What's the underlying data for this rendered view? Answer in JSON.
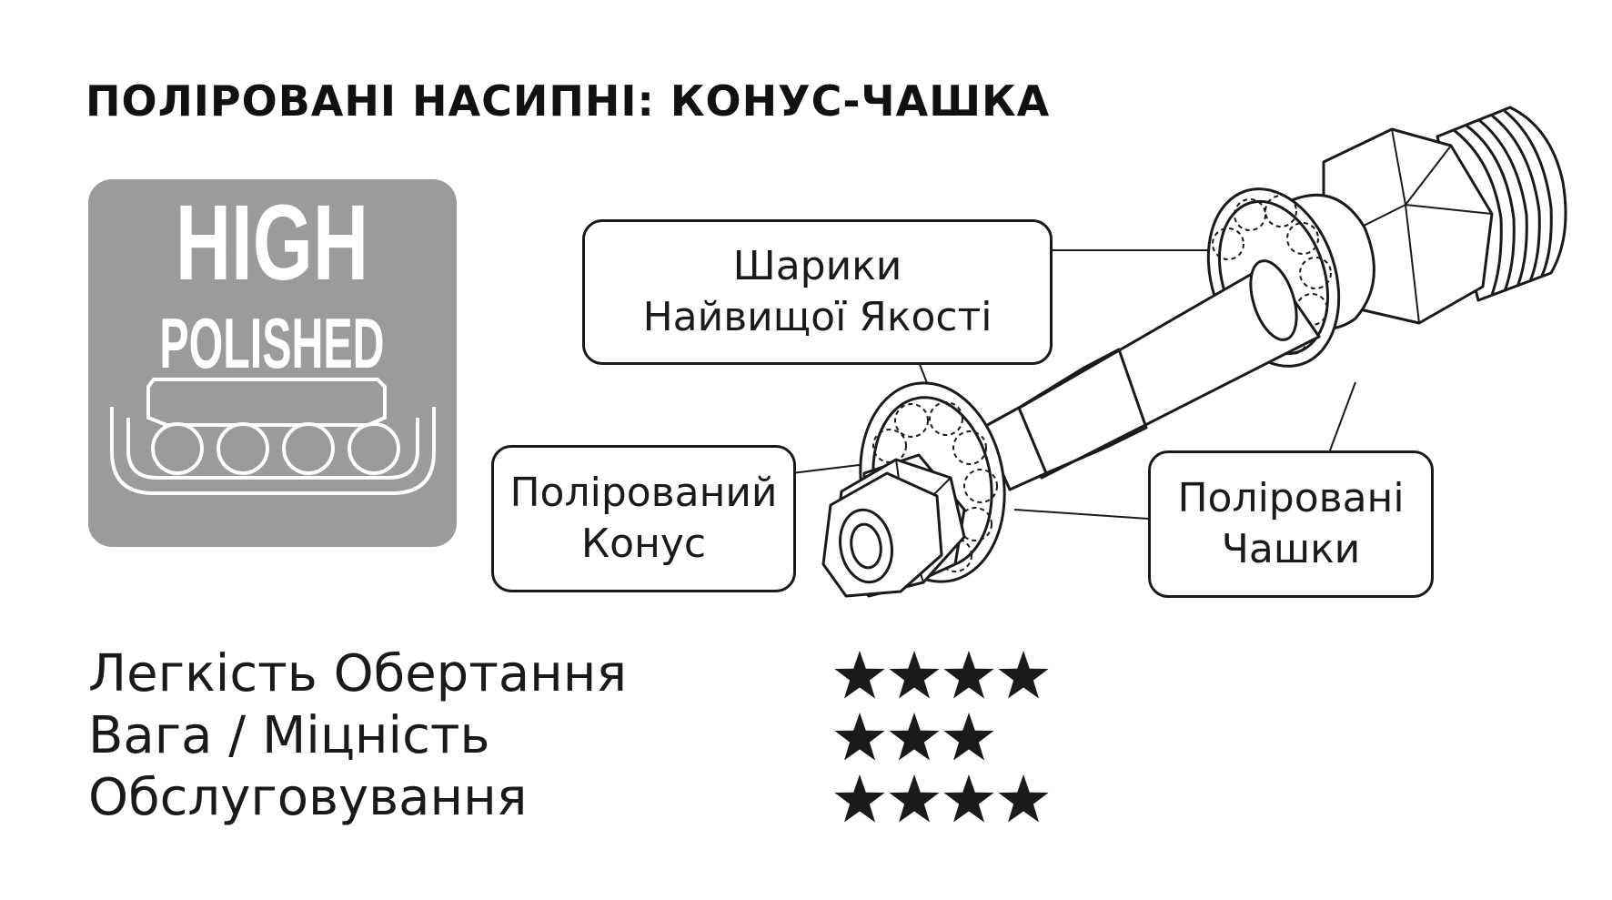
{
  "title": "ПОЛІРОВАНІ НАСИПНІ: КОНУС-ЧАШКА",
  "badge": {
    "line1": "HIGH",
    "line2": "POLISHED",
    "icon": "bearing-cross-section-icon"
  },
  "callouts": {
    "balls": [
      "Шарики",
      "Найвищої Якості"
    ],
    "cone": [
      "Полірований",
      "Конус"
    ],
    "cups": [
      "Поліровані",
      "Чашки"
    ]
  },
  "ratings": [
    {
      "label": "Легкість Обертання",
      "stars": 4
    },
    {
      "label": "Вага / Міцність",
      "stars": 3
    },
    {
      "label": "Обслуговування",
      "stars": 4
    }
  ],
  "colors": {
    "badge": "#9b9b9b",
    "text": "#1a1a1a",
    "star": "#1a1a1a"
  }
}
